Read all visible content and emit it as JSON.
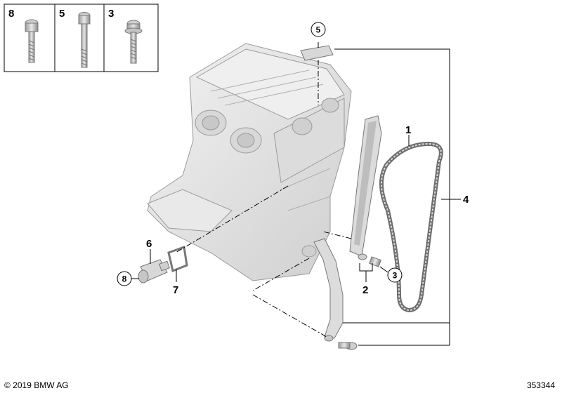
{
  "legend": {
    "items": [
      {
        "number": "8",
        "part": "short-bolt"
      },
      {
        "number": "5",
        "part": "long-bolt"
      },
      {
        "number": "3",
        "part": "collar-bolt"
      }
    ]
  },
  "callouts": {
    "chain": "1",
    "bolt_pair": "2",
    "bolt_pair_ref": "3",
    "chain_kit": "4",
    "guide_ref": "5",
    "tensioner": "6",
    "gasket": "7",
    "tensioner_ref": "8"
  },
  "footer": {
    "copyright": "© 2019 BMW AG",
    "diagram_number": "353344"
  },
  "colors": {
    "line": "#000000",
    "part_fill": "#e6e6e6",
    "part_stroke": "#8a8a8a"
  }
}
